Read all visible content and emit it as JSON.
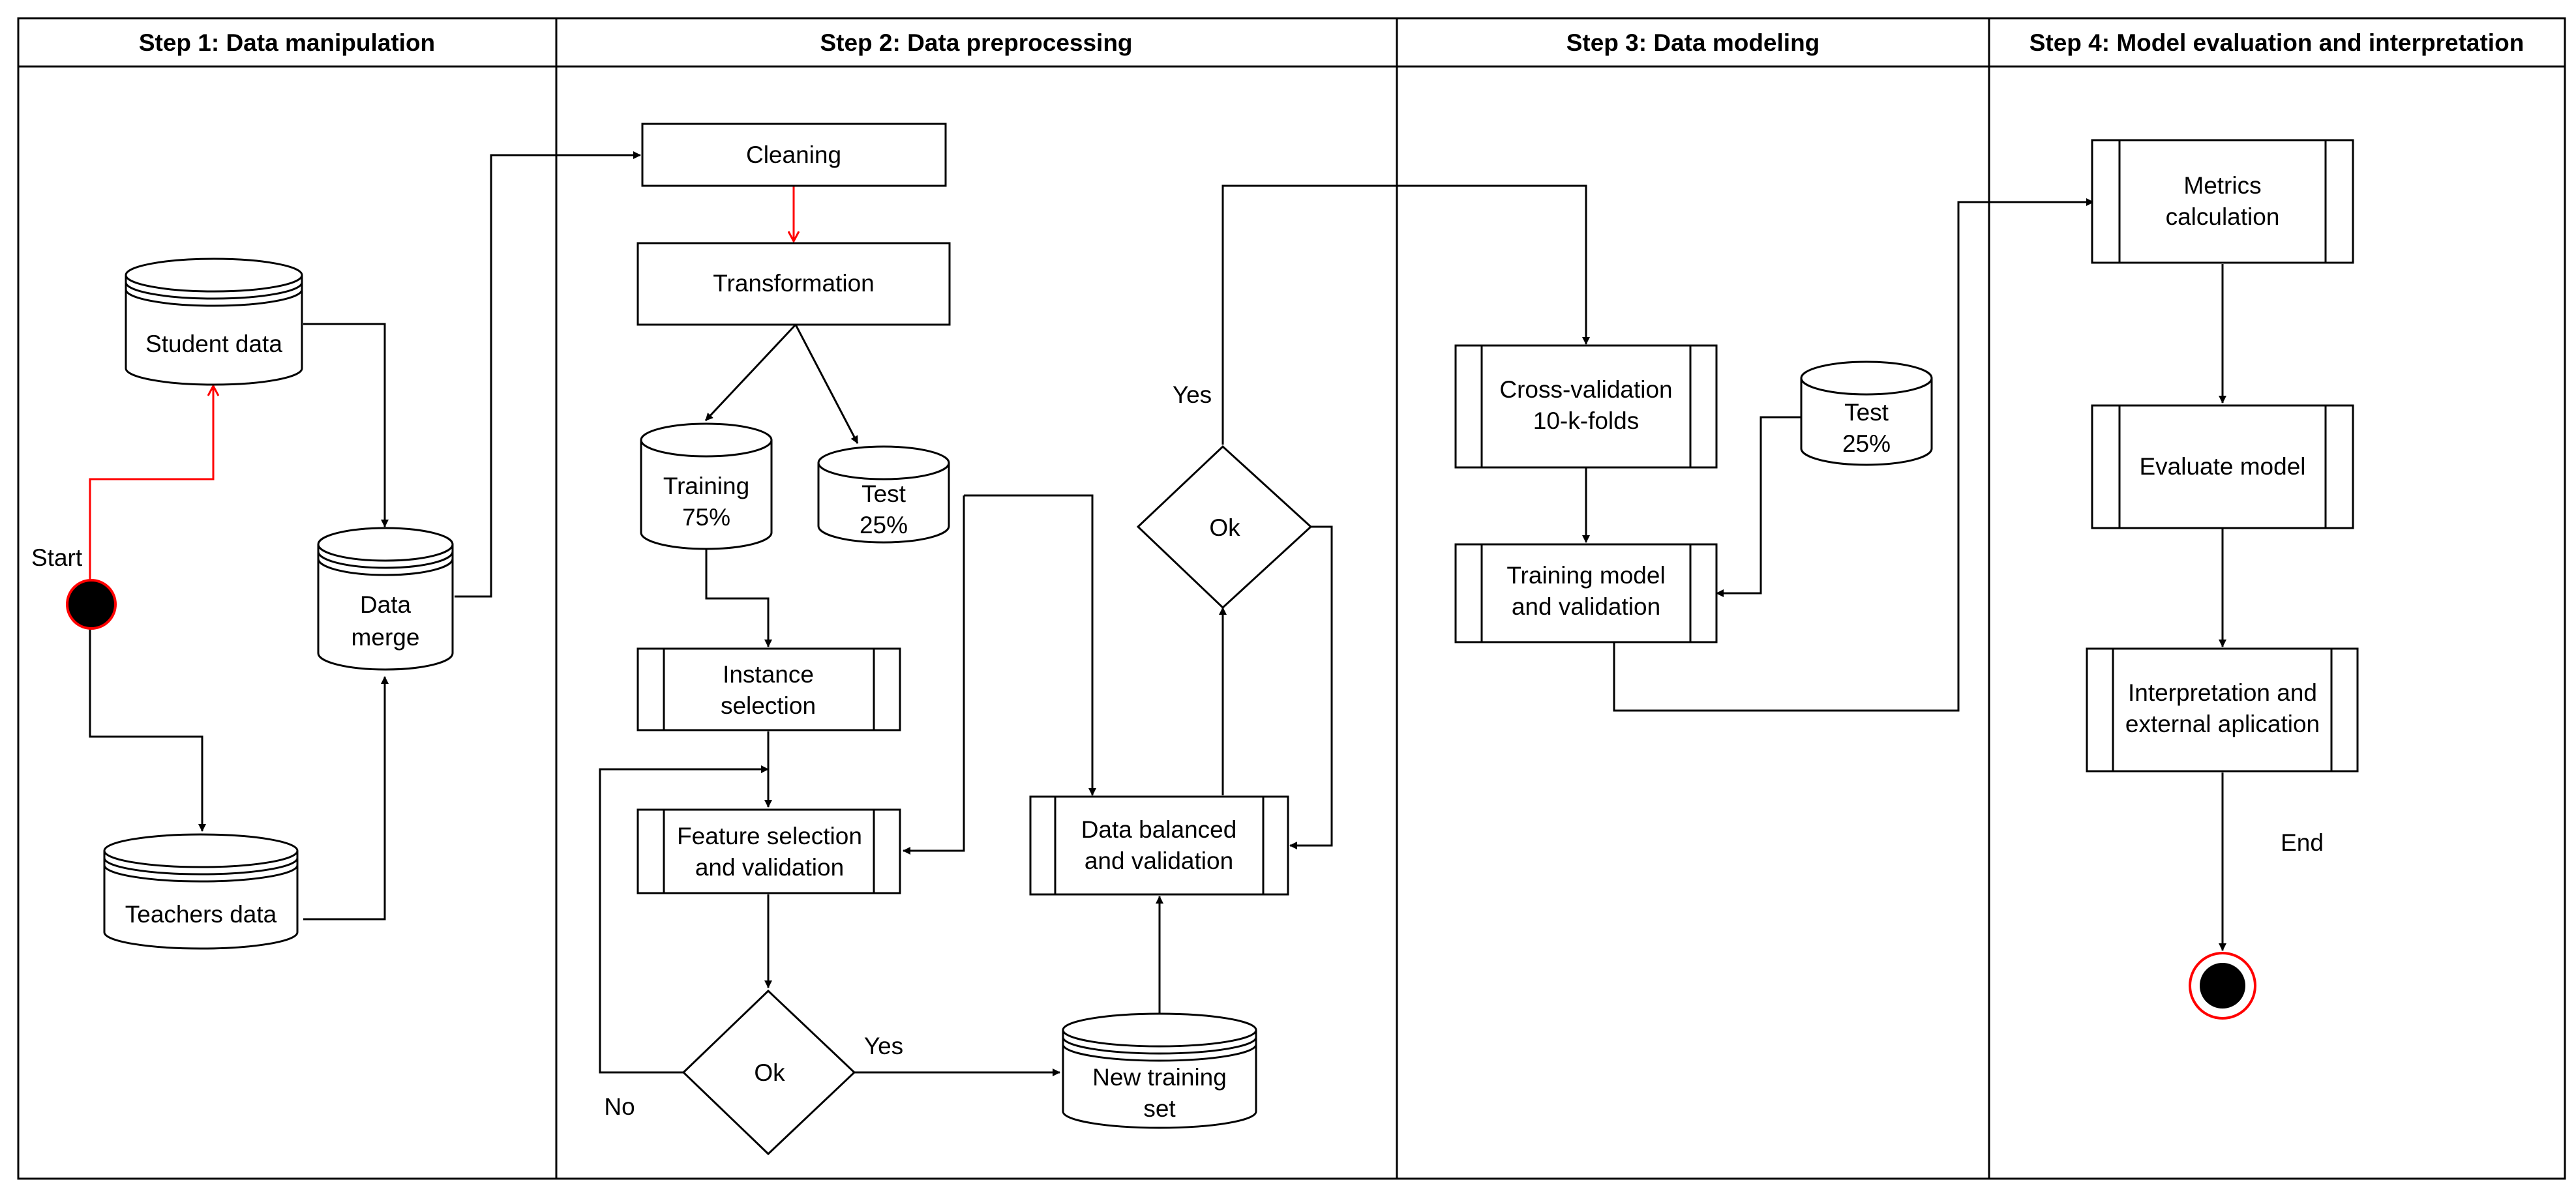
{
  "lanes": [
    {
      "title": "Step 1: Data manipulation"
    },
    {
      "title": "Step 2: Data preprocessing"
    },
    {
      "title": "Step 3: Data modeling"
    },
    {
      "title": "Step 4: Model evaluation and interpretation"
    }
  ],
  "nodes": {
    "start": {
      "label": "Start"
    },
    "student_data": {
      "label": "Student data"
    },
    "teachers_data": {
      "label": "Teachers data"
    },
    "data_merge": {
      "line1": "Data",
      "line2": "merge"
    },
    "cleaning": {
      "label": "Cleaning"
    },
    "transformation": {
      "label": "Transformation"
    },
    "training_store": {
      "line1": "Training",
      "line2": "75%"
    },
    "test_store": {
      "line1": "Test",
      "line2": "25%"
    },
    "instance_selection": {
      "line1": "Instance",
      "line2": "selection"
    },
    "feature_selection": {
      "line1": "Feature selection",
      "line2": "and validation"
    },
    "ok_decision_1": {
      "label": "Ok"
    },
    "new_training_set": {
      "line1": "New training",
      "line2": "set"
    },
    "data_balanced": {
      "line1": "Data balanced",
      "line2": "and validation"
    },
    "ok_decision_2": {
      "label": "Ok"
    },
    "cross_validation": {
      "line1": "Cross-validation",
      "line2": "10-k-folds"
    },
    "test_store_2": {
      "line1": "Test",
      "line2": "25%"
    },
    "training_model": {
      "line1": "Training model",
      "line2": "and validation"
    },
    "metrics": {
      "line1": "Metrics",
      "line2": "calculation"
    },
    "evaluate_model": {
      "label": "Evaluate model"
    },
    "interpretation": {
      "line1": "Interpretation and",
      "line2": "external aplication"
    },
    "end": {
      "label": "End"
    }
  },
  "edge_labels": {
    "no": "No",
    "yes_1": "Yes",
    "yes_2": "Yes"
  },
  "colors": {
    "highlight": "#ff0000",
    "line": "#000000",
    "terminal_fill": "#000000"
  }
}
